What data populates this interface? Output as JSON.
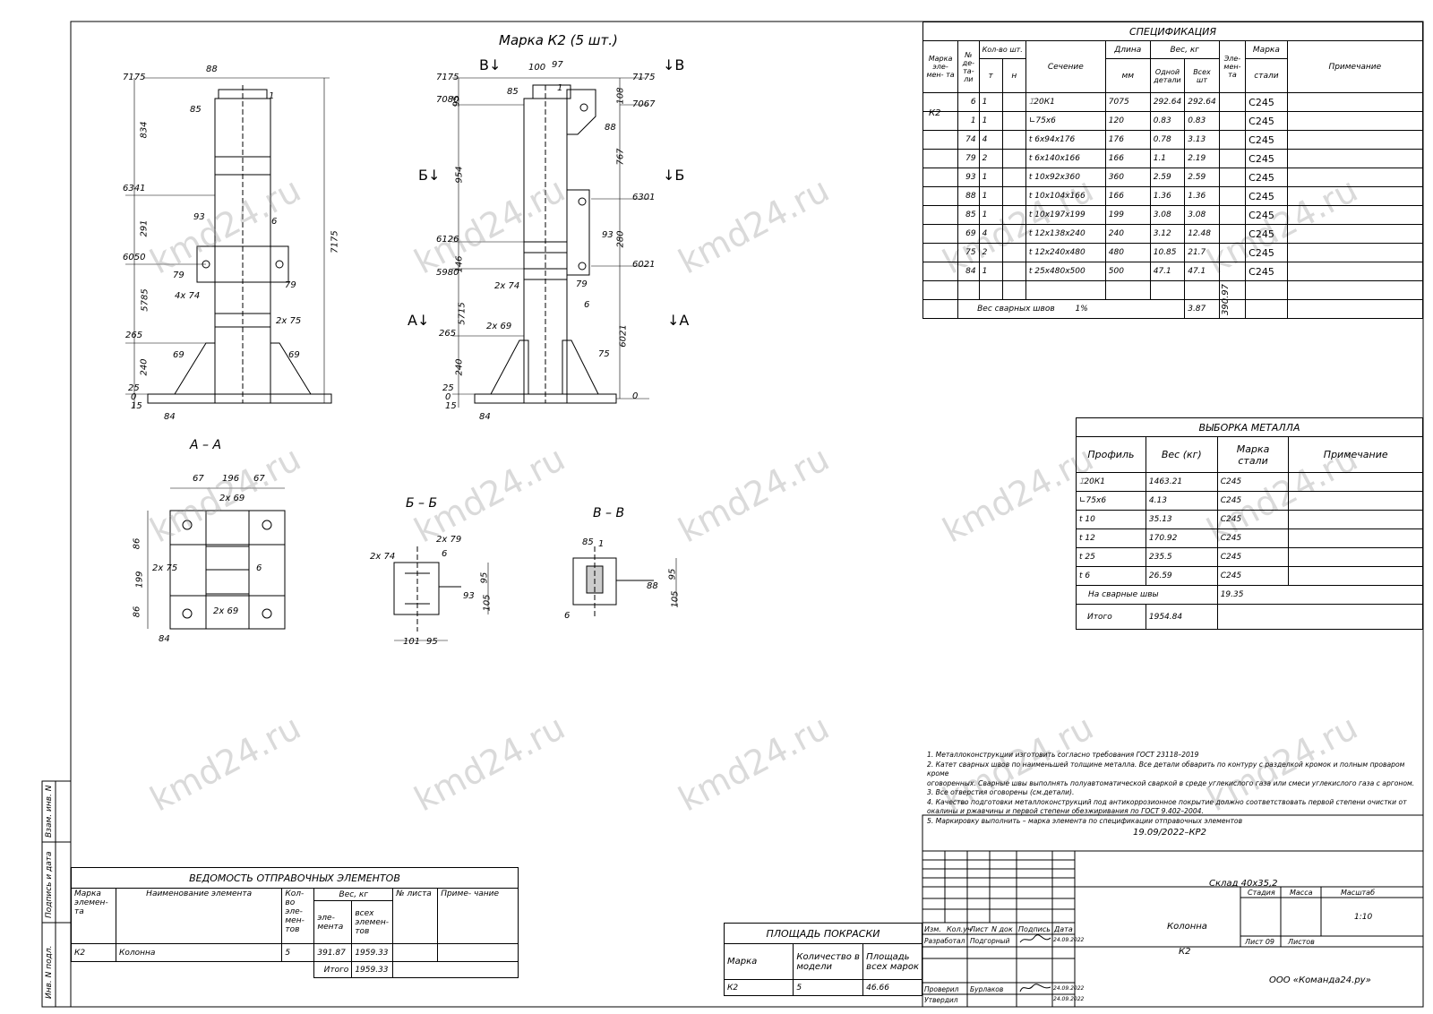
{
  "drawing": {
    "title": "Марка К2 (5 шт.)",
    "section_labels": {
      "aa": "А – А",
      "bb": "Б – Б",
      "vv": "В – В"
    },
    "cut_marks": {
      "a": "А",
      "b": "Б",
      "v": "В"
    },
    "front_view": {
      "levels": [
        "7175",
        "6341",
        "6050",
        "265",
        "25",
        "0",
        "15"
      ],
      "dims": [
        "834",
        "291",
        "5785",
        "240",
        "7175"
      ],
      "parts": [
        "88",
        "1",
        "85",
        "93",
        "6",
        "79",
        "4х 74",
        "79",
        "2х 75",
        "69",
        "69",
        "84"
      ]
    },
    "side_view": {
      "levels": [
        "7175",
        "7080",
        "6126",
        "5980",
        "265",
        "25",
        "0",
        "15",
        "7175",
        "7067",
        "6301",
        "6021",
        "0"
      ],
      "dims": [
        "95",
        "954",
        "146",
        "5715",
        "240",
        "108",
        "767",
        "280",
        "6021",
        "100",
        "97"
      ],
      "parts": [
        "85",
        "1",
        "88",
        "93",
        "2х 74",
        "79",
        "6",
        "2х 69",
        "75",
        "84"
      ]
    },
    "section_aa": {
      "dims": [
        "67",
        "196",
        "67",
        "86",
        "199",
        "86"
      ],
      "parts": [
        "2х 69",
        "2х 75",
        "6",
        "2х 69",
        "84"
      ]
    },
    "section_bb": {
      "dims": [
        "95",
        "105",
        "101",
        "95"
      ],
      "parts": [
        "2х 74",
        "2х 79",
        "6",
        "93"
      ]
    },
    "section_vv": {
      "dims": [
        "95",
        "105"
      ],
      "parts": [
        "85",
        "1",
        "88",
        "6"
      ]
    }
  },
  "spec": {
    "title": "СПЕЦИФИКАЦИЯ",
    "headers": {
      "mark": "Марка эле- мен- та",
      "num": "№ де- та- ли",
      "qty": "Кол-во шт.",
      "qty_t": "т",
      "qty_n": "н",
      "section": "Сечение",
      "length": "Длина",
      "length_unit": "мм",
      "weight": "Вес, кг",
      "w_one": "Одной детали",
      "w_all": "Всех шт",
      "w_el": "Эле- мен- та",
      "steel": "Марка",
      "steel2": "стали",
      "note": "Примечание"
    },
    "element_mark": "К2",
    "element_weight": "390.97",
    "rows": [
      {
        "num": "6",
        "t": "1",
        "section": "⌶20К1",
        "length": "7075",
        "one": "292.64",
        "all": "292.64",
        "steel": "С245"
      },
      {
        "num": "1",
        "t": "1",
        "section": "∟75х6",
        "length": "120",
        "one": "0.83",
        "all": "0.83",
        "steel": "С245"
      },
      {
        "num": "74",
        "t": "4",
        "section": "t 6х94х176",
        "length": "176",
        "one": "0.78",
        "all": "3.13",
        "steel": "С245"
      },
      {
        "num": "79",
        "t": "2",
        "section": "t 6х140х166",
        "length": "166",
        "one": "1.1",
        "all": "2.19",
        "steel": "С245"
      },
      {
        "num": "93",
        "t": "1",
        "section": "t 10х92х360",
        "length": "360",
        "one": "2.59",
        "all": "2.59",
        "steel": "С245"
      },
      {
        "num": "88",
        "t": "1",
        "section": "t 10х104х166",
        "length": "166",
        "one": "1.36",
        "all": "1.36",
        "steel": "С245"
      },
      {
        "num": "85",
        "t": "1",
        "section": "t 10х197х199",
        "length": "199",
        "one": "3.08",
        "all": "3.08",
        "steel": "С245"
      },
      {
        "num": "69",
        "t": "4",
        "section": "t 12х138х240",
        "length": "240",
        "one": "3.12",
        "all": "12.48",
        "steel": "С245"
      },
      {
        "num": "75",
        "t": "2",
        "section": "t 12х240х480",
        "length": "480",
        "one": "10.85",
        "all": "21.7",
        "steel": "С245"
      },
      {
        "num": "84",
        "t": "1",
        "section": "t 25х480х500",
        "length": "500",
        "one": "47.1",
        "all": "47.1",
        "steel": "С245"
      }
    ],
    "weld_label": "Вес сварных швов",
    "weld_pct": "1%",
    "weld_value": "3.87"
  },
  "metal": {
    "title": "ВЫБОРКА МЕТАЛЛА",
    "headers": {
      "profile": "Профиль",
      "weight": "Вес (кг)",
      "steel": "Марка стали",
      "note": "Примечание"
    },
    "rows": [
      {
        "profile": "⌶20К1",
        "weight": "1463.21",
        "steel": "С245"
      },
      {
        "profile": "∟75х6",
        "weight": "4.13",
        "steel": "С245"
      },
      {
        "profile": "t 10",
        "weight": "35.13",
        "steel": "С245"
      },
      {
        "profile": "t 12",
        "weight": "170.92",
        "steel": "С245"
      },
      {
        "profile": "t 25",
        "weight": "235.5",
        "steel": "С245"
      },
      {
        "profile": "t 6",
        "weight": "26.59",
        "steel": "С245"
      }
    ],
    "weld_label": "На сварные швы",
    "weld_value": "19.35",
    "total_label": "Итого",
    "total_value": "1954.84"
  },
  "notes": [
    "1. Металлоконструкции изготовить согласно требования ГОСТ 23118–2019",
    "2. Катет сварных швов по наименьшей толщине металла. Все детали обварить по контуру с разделкой кромок и полным проваром кроме",
    "оговоренных. Сварные швы выполнять полуавтоматической сваркой в среде углекислого газа или смеси углекислого газа с аргоном.",
    "3. Все отверстия оговорены (см.детали).",
    "4. Качество подготовки металлоконструкций под антикоррозионное покрытие должно соответствовать первой степени очистки от",
    "окалины и  ржавчины и первой степени обезжиривания по ГОСТ 9.402–2004.",
    "5. Маркировку выполнить – марка элемента по спецификации отправочных элементов"
  ],
  "shipping": {
    "title": "ВЕДОМОСТЬ ОТПРАВОЧНЫХ ЭЛЕМЕНТОВ",
    "headers": {
      "mark": "Марка элемен- та",
      "name": "Наименование элемента",
      "qty": "Кол-во эле- мен- тов",
      "weight": "Вес, кг",
      "w_el": "эле- мента",
      "w_all": "всех элемен- тов",
      "sheet": "№ листа",
      "note": "Приме- чание"
    },
    "row": {
      "mark": "К2",
      "name": "Колонна",
      "qty": "5",
      "w_el": "391.87",
      "w_all": "1959.33"
    },
    "total_label": "Итого",
    "total_value": "1959.33"
  },
  "paint": {
    "title": "ПЛОЩАДЬ ПОКРАСКИ",
    "headers": {
      "mark": "Марка",
      "qty": "Количество в модели",
      "area": "Площадь всех марок"
    },
    "row": {
      "mark": "К2",
      "qty": "5",
      "area": "46.66"
    }
  },
  "stamp": {
    "code": "19.09/2022–КР2",
    "project": "Склад 40х35,2",
    "name1": "Колонна",
    "name2": "К2",
    "col_headers": [
      "Изм.",
      "Кол.уч",
      "Лист",
      "N док",
      "Подпись",
      "Дата"
    ],
    "roles": [
      {
        "role": "Разработал",
        "person": "Подгорный",
        "date": "24.09.2022"
      },
      {
        "role": "Проверил",
        "person": "Бурлаков",
        "date": "24.09.2022"
      },
      {
        "role": "Утвердил",
        "person": "",
        "date": "24.09.2022"
      }
    ],
    "stage": "Стадия",
    "mass": "Масса",
    "scale_label": "Масштаб",
    "scale": "1:10",
    "sheet": "Лист 09",
    "sheets": "Листов",
    "company": "ООО «Команда24.ру»"
  },
  "side_stamp": [
    "Взам. инв. N",
    "Подпись и дата",
    "Инв. N подл."
  ],
  "watermark": "kmd24.ru"
}
